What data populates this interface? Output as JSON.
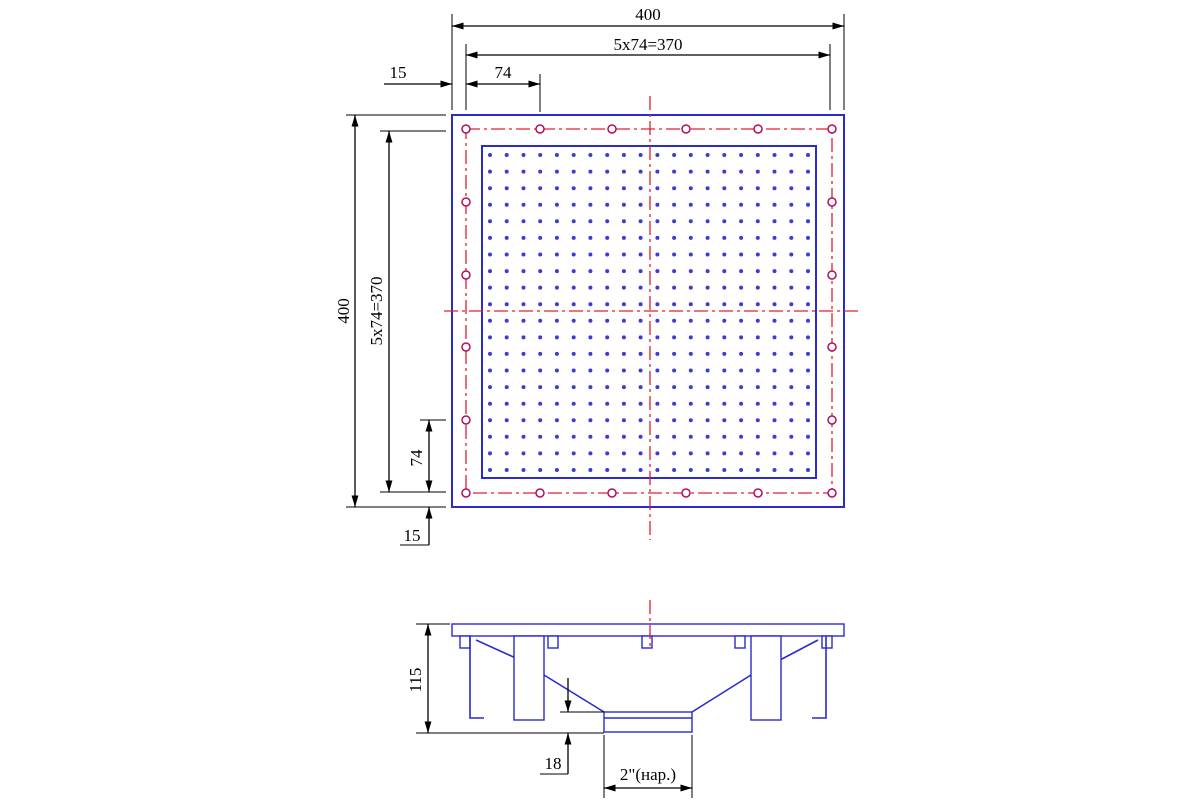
{
  "top_view": {
    "width_total": "400",
    "width_pitch": "5x74=370",
    "edge_offset": "15",
    "pitch": "74",
    "height_total": "400",
    "height_pitch": "5x74=370",
    "v_pitch": "74",
    "v_edge_offset": "15"
  },
  "side_view": {
    "height": "115",
    "nozzle_height": "18",
    "thread": "2\"(нар.)"
  },
  "colors": {
    "outline": "#2a2ad0",
    "centerline": "#e0202a",
    "hole": "#b01060",
    "dimension": "#000000"
  }
}
